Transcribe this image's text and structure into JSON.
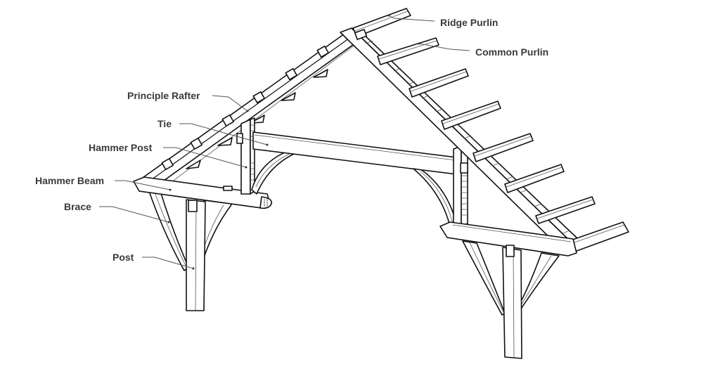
{
  "diagram": {
    "title": "Hammer Beam Truss",
    "labels": {
      "ridge_purlin": "Ridge Purlin",
      "common_purlin": "Common Purlin",
      "principle_rafter": "Principle Rafter",
      "tie": "Tie",
      "hammer_post": "Hammer Post",
      "hammer_beam": "Hammer Beam",
      "brace": "Brace",
      "post": "Post"
    },
    "line_color": "#111111",
    "label_color": "#3a3a3a"
  }
}
